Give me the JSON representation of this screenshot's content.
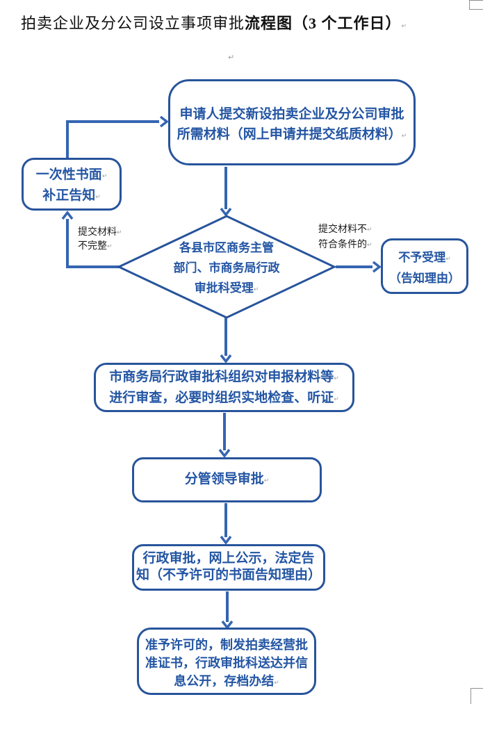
{
  "pmark": "↵",
  "title": {
    "normal": "拍卖企业及分公司设立事项审批",
    "bold": "流程图（3 个工作日）"
  },
  "flow": {
    "submit": {
      "lines": [
        "申请人提交新设拍卖企业及分公司审批",
        "所需材料（网上申请并提交纸质材料）"
      ]
    },
    "supplement": {
      "lines": [
        "一次性书面",
        "补正告知"
      ]
    },
    "accept_decision": {
      "lines": [
        "各县市区商务主管",
        "部门、市商务局行政",
        "审批科受理"
      ]
    },
    "reject": {
      "lines": [
        "不予受理",
        "（告知理由）"
      ]
    },
    "review": {
      "lines": [
        "市商务局行政审批科组织对申报材料等",
        "进行审查，必要时组织实地检查、听证"
      ]
    },
    "leader": {
      "label": "分管领导审批"
    },
    "approve": {
      "lines": [
        "行政审批，网上公示，法定告",
        "知（不予许可的书面告知理由）"
      ]
    },
    "issue": {
      "lines": [
        "准予许可的，制发拍卖经营批",
        "准证书，行政审批科送达并信",
        "息公开，存档办结"
      ]
    }
  },
  "labels": {
    "incomplete": {
      "lines": [
        "提交材料",
        "不完整"
      ]
    },
    "nonconforming": {
      "lines": [
        "提交材料不",
        "符合条件的"
      ]
    }
  },
  "colors": {
    "node_border": "#27549B",
    "node_text": "#2355A3",
    "connector": "#3565B2",
    "title_text": "#111111",
    "label_text": "#1c1c1c",
    "boundary_mark": "#8f8f8f"
  }
}
